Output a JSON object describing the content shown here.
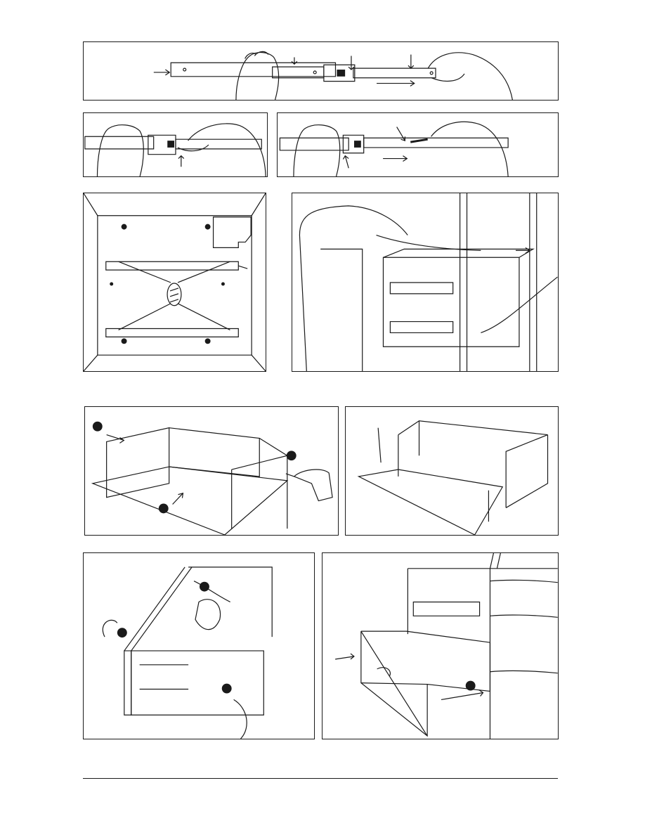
{
  "page": {
    "ink_color": "#1a1a1a",
    "badge_color": "#1a1a1a",
    "background": "#ffffff"
  },
  "figures": [
    {
      "name": "slide-extension-full",
      "icons": [
        "hand-icon",
        "hand-icon",
        "arrow-icon",
        "slide-rail-icon"
      ]
    },
    {
      "name": "slide-release-lever",
      "icons": [
        "hand-icon",
        "hand-icon",
        "slide-rail-icon"
      ]
    },
    {
      "name": "slide-separate-members",
      "icons": [
        "hand-icon",
        "hand-icon",
        "slide-rail-icon"
      ]
    },
    {
      "name": "cabinet-slide-mounting",
      "icons": [
        "screw-icon",
        "slide-rail-icon",
        "bracket-icon"
      ]
    },
    {
      "name": "cabinet-install-in-frame",
      "icons": [
        "person-icon",
        "cabinet-icon"
      ]
    },
    {
      "name": "drawer-box-assembly-drill",
      "icons": [
        "drill-icon",
        "step-badge-icon"
      ]
    },
    {
      "name": "drawer-box-bottom-panel",
      "icons": [
        "screwdriver-icon"
      ]
    },
    {
      "name": "drawer-front-fastening",
      "icons": [
        "screwdriver-icon",
        "rotate-arrow-icon",
        "step-badge-icon"
      ]
    },
    {
      "name": "drawer-insertion",
      "icons": [
        "drawer-icon",
        "slide-rail-icon",
        "step-badge-icon"
      ]
    }
  ]
}
